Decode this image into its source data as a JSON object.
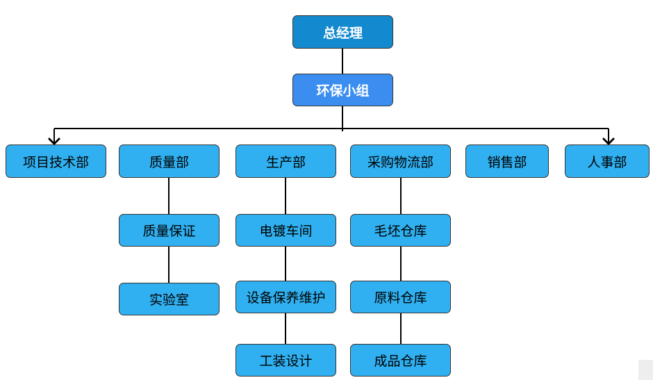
{
  "org_chart": {
    "root": "总经理",
    "level2": "环保小组",
    "departments": [
      "项目技术部",
      "质量部",
      "生产部",
      "采购物流部",
      "销售部",
      "人事部"
    ],
    "quality_sub": [
      "质量保证",
      "实验室"
    ],
    "production_sub": [
      "电镀车间",
      "设备保养维护",
      "工装设计"
    ],
    "purchase_sub": [
      "毛坯仓库",
      "原料仓库",
      "成品仓库"
    ]
  }
}
